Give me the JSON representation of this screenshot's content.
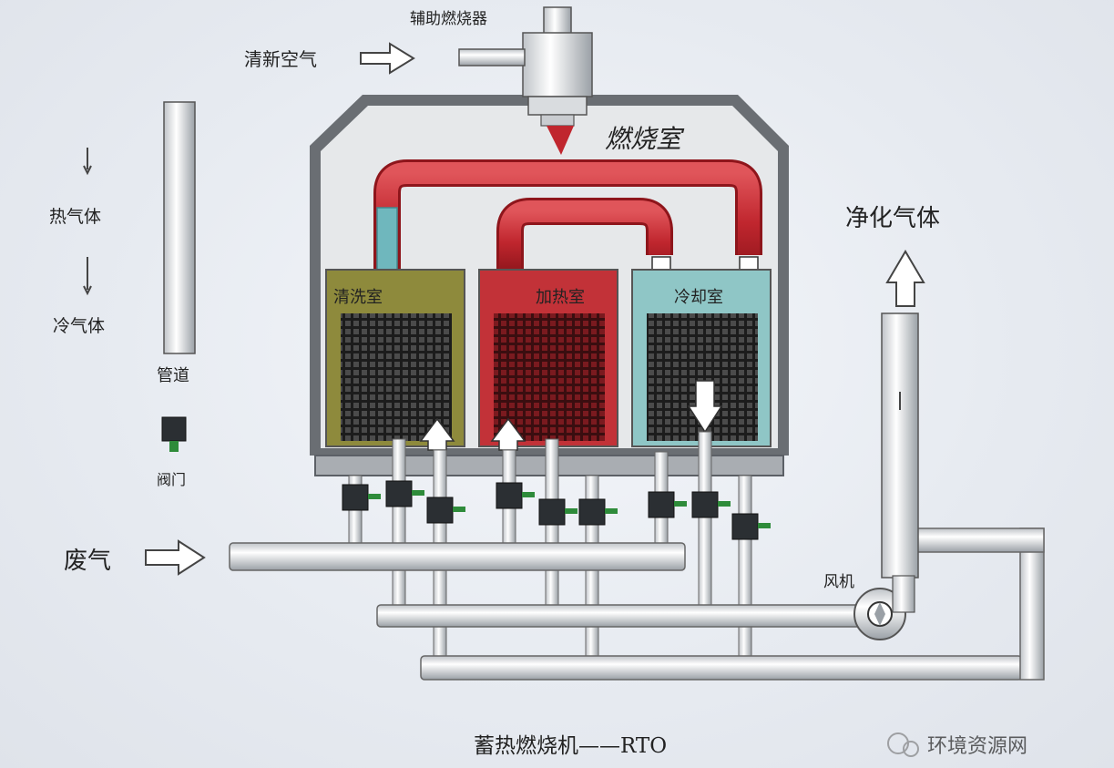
{
  "labels": {
    "aux_burner": "辅助燃烧器",
    "fresh_air": "清新空气",
    "combustion_chamber": "燃烧室",
    "clean_gas": "净化气体",
    "hot_gas": "热气体",
    "cold_gas": "冷气体",
    "pipe": "管道",
    "valve": "阀门",
    "purge_chamber": "清洗室",
    "heating_chamber": "加热室",
    "cooling_chamber": "冷却室",
    "waste_gas": "废气",
    "fan": "风机",
    "caption": "蓄热燃烧机——RTO",
    "watermark": "环境资源网"
  },
  "colors": {
    "purge": "#8e8a3c",
    "heating": "#c23238",
    "cooling": "#8fc6c6",
    "red_pipe": "#c0262e",
    "teal_pipe": "#6fb7bd",
    "valve_green": "#2e8b3a"
  }
}
